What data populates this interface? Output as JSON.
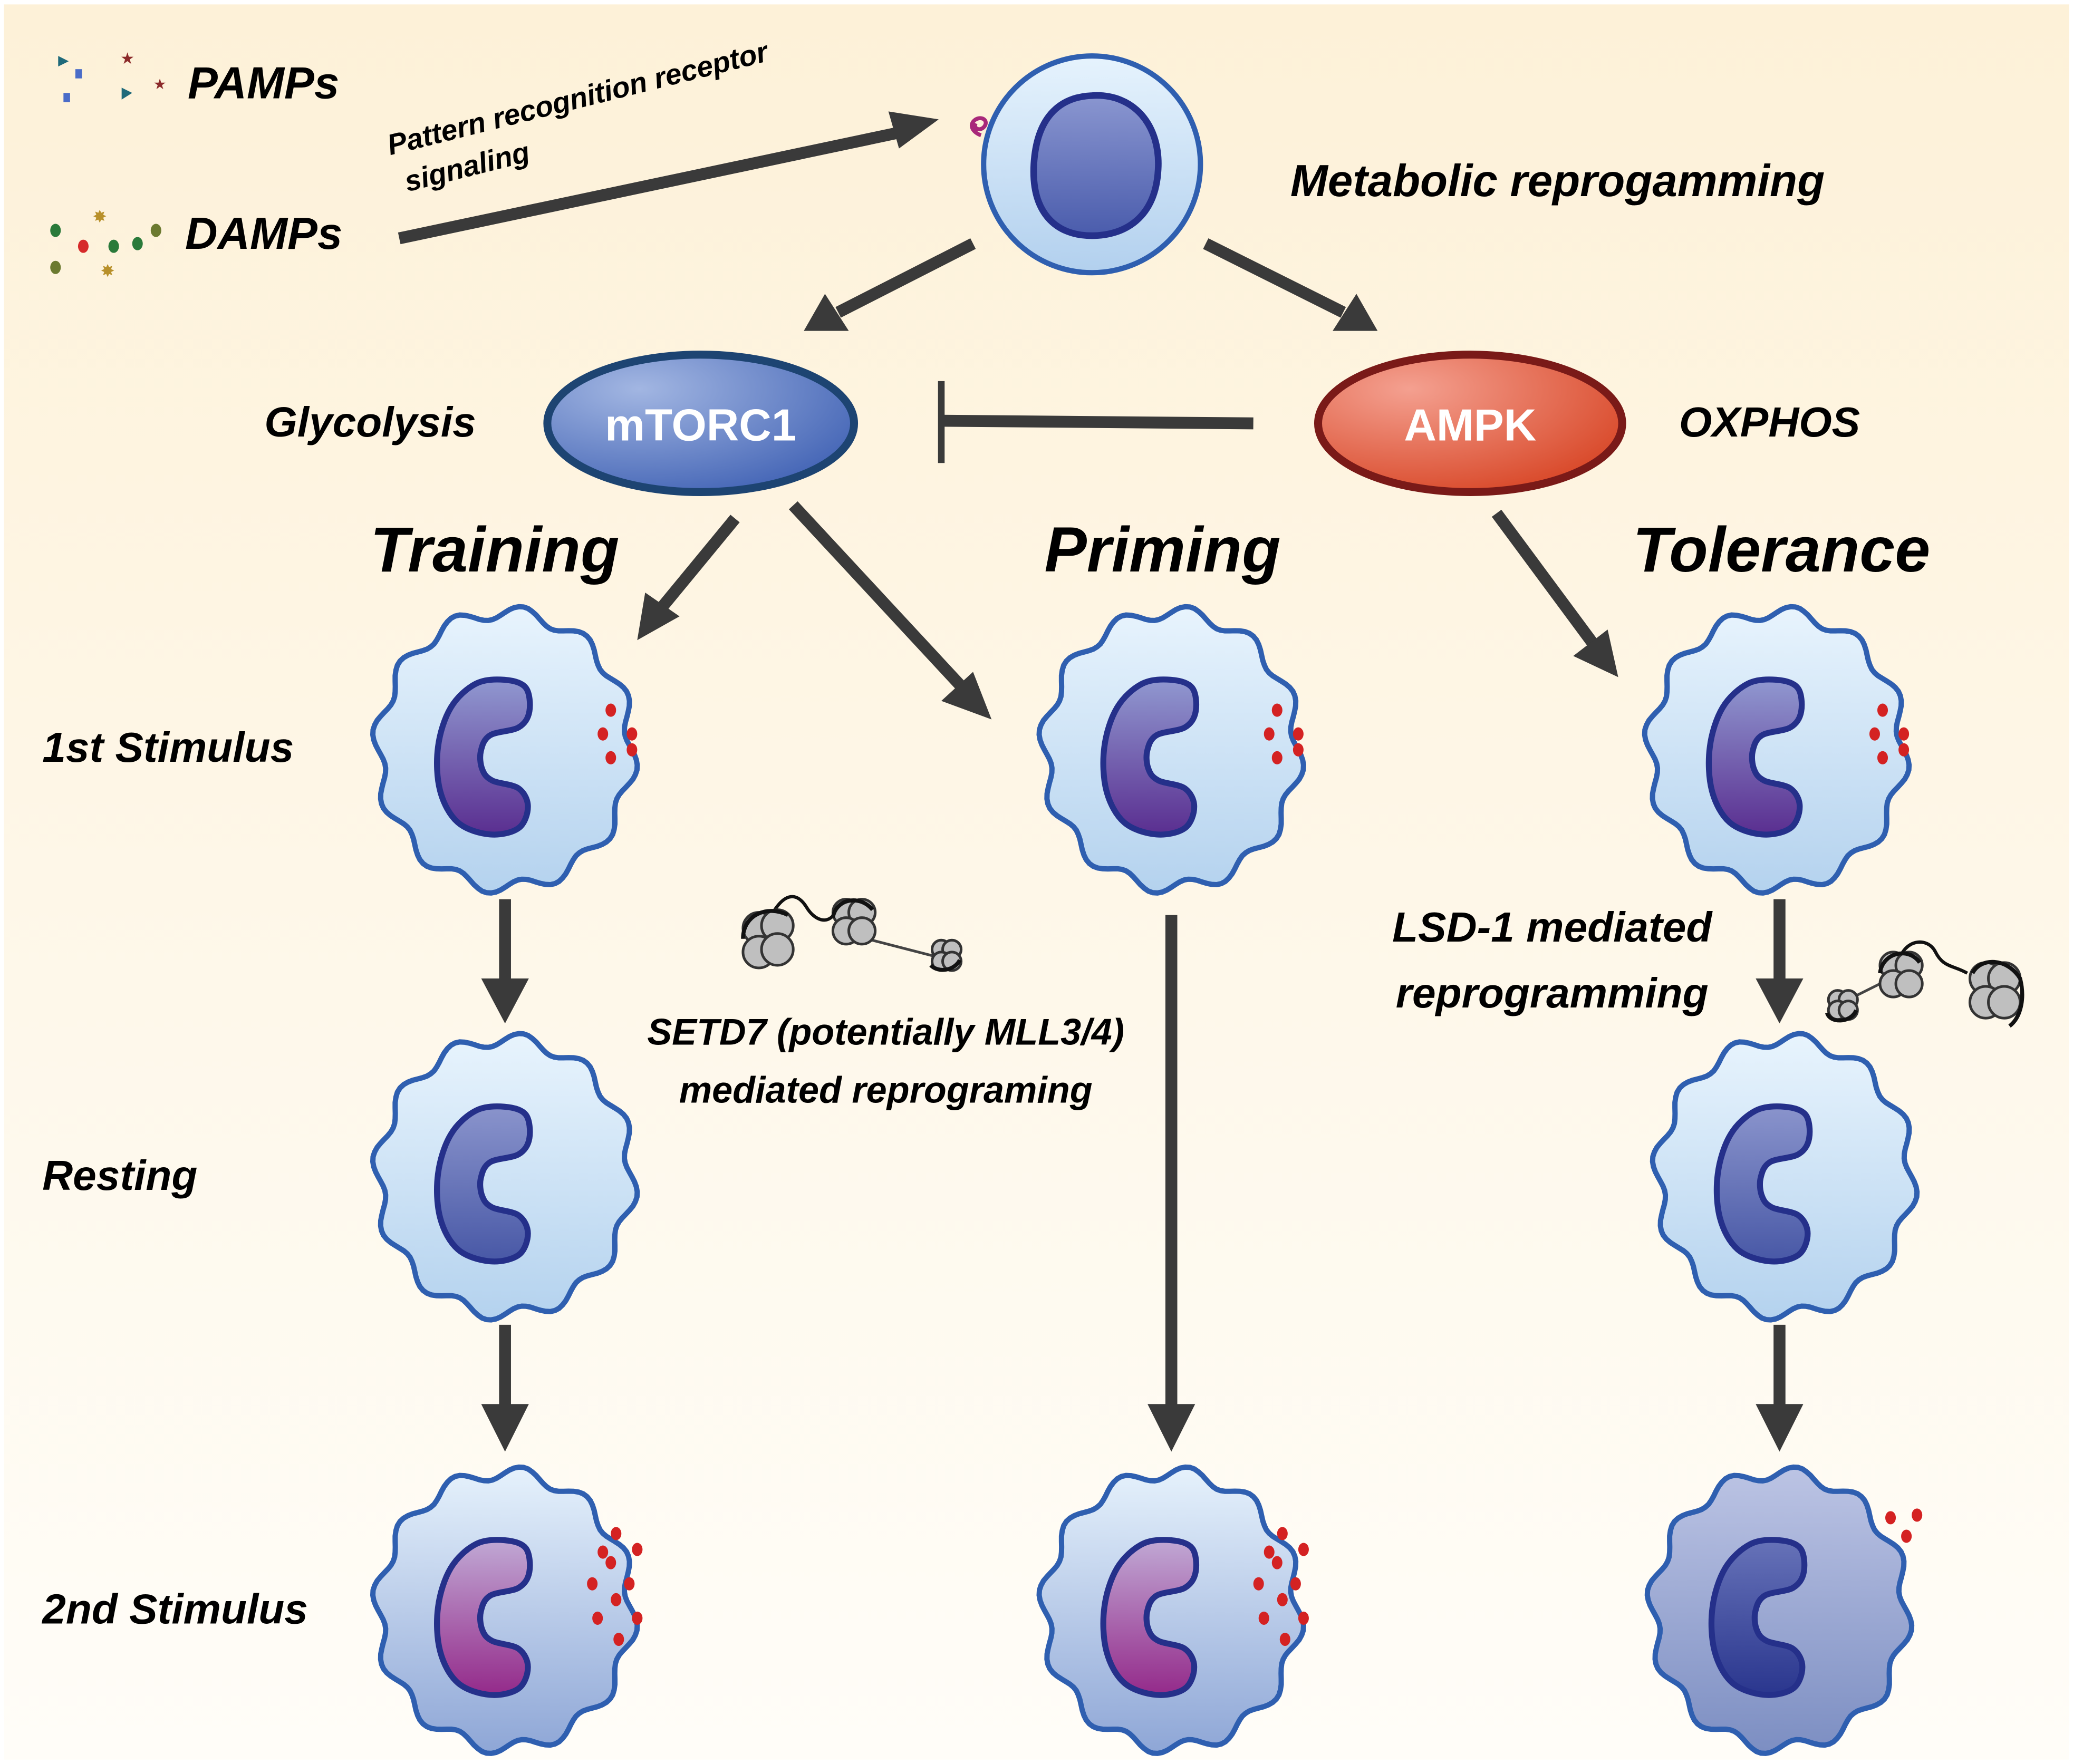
{
  "figure": {
    "type": "biological-pathway-diagram",
    "background_gradient": [
      "#fdf1d8",
      "#fffdf8"
    ]
  },
  "stimuli": {
    "pamps_label": "PAMPs",
    "damps_label": "DAMPs",
    "prr_label_line1": "Pattern recognition receptor",
    "prr_label_line2": "signaling"
  },
  "top": {
    "metabolic_label": "Metabolic reprogamming"
  },
  "nodes": {
    "mtorc1": {
      "label": "mTORC1",
      "pathway": "Glycolysis",
      "color": "#4a6cc0",
      "border": "#1d4472"
    },
    "ampk": {
      "label": "AMPK",
      "pathway": "OXPHOS",
      "color": "#e0523a",
      "border": "#7a1a18"
    },
    "inhibition": "AMPK inhibits mTORC1"
  },
  "columns": [
    {
      "title": "Training",
      "second_stimulus_response": "strong",
      "second_dots": 10
    },
    {
      "title": "Priming",
      "second_stimulus_response": "strong",
      "second_dots": 10
    },
    {
      "title": "Tolerance",
      "second_stimulus_response": "weak",
      "second_dots": 3
    }
  ],
  "rows": {
    "first": "1st Stimulus",
    "resting": "Resting",
    "second": "2nd Stimulus"
  },
  "annotations": {
    "setd7_line1": "SETD7 (potentially MLL3/4)",
    "setd7_line2": "mediated reprograming",
    "lsd1_line1": "LSD-1 mediated",
    "lsd1_line2": "reprogramming"
  },
  "colors": {
    "arrow": "#3a3a3a",
    "membrane": "#2f5fb0",
    "cytoplasm_light": [
      "#e6f3fd",
      "#b6d4ef"
    ],
    "cytoplasm_tolerant": [
      "#b8c0e2",
      "#7f92c4"
    ],
    "nucleus_naive": [
      "#8f98d0",
      "#5a3090"
    ],
    "nucleus_resting": [
      "#8890cc",
      "#4a5aa8"
    ],
    "nucleus_trained": [
      "#bba2d0",
      "#962c8c"
    ],
    "nucleus_tolerant": [
      "#6470b6",
      "#2c3890"
    ],
    "secretion": "#d42222"
  }
}
